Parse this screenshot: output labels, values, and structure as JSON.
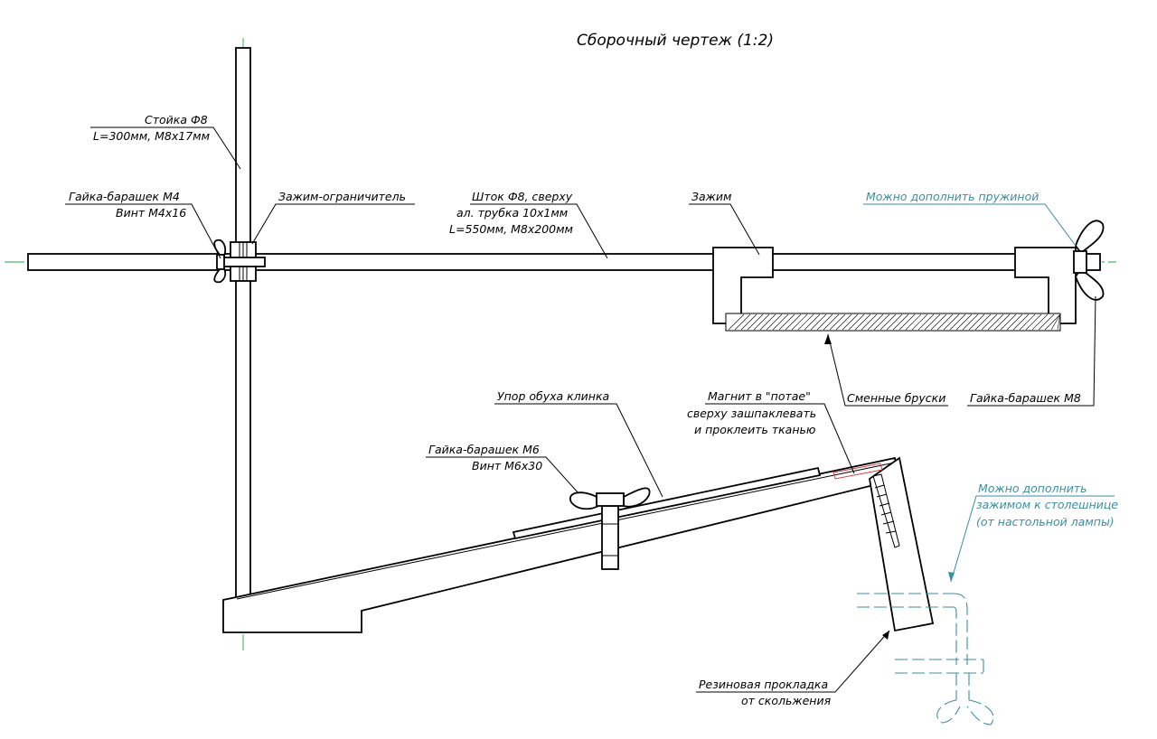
{
  "title": "Сборочный чертеж (1:2)",
  "labels": {
    "stand_1": "Стойка Ф8",
    "stand_2": "L=300мм, М8х17мм",
    "wingnut_m4_1": "Гайка-барашек М4",
    "wingnut_m4_2": "Винт М4х16",
    "clamp_limiter": "Зажим-ограничитель",
    "rod_1": "Шток Ф8, сверху",
    "rod_2": "ал. трубка 10х1мм",
    "rod_3": "L=550мм, М8х200мм",
    "clamp": "Зажим",
    "spring_note": "Можно дополнить пружиной",
    "replace_bars": "Сменные бруски",
    "wingnut_m8": "Гайка-барашек М8",
    "blade_stop": "Упор обуха клинка",
    "magnet_1": "Магнит в \"потае\"",
    "magnet_2": "сверху зашпаклевать",
    "magnet_3": "и проклеить тканью",
    "wingnut_m6_1": "Гайка-барашек М6",
    "wingnut_m6_2": "Винт М6х30",
    "table_clamp_1": "Можно дополнить",
    "table_clamp_2": "зажимом к столешнице",
    "table_clamp_3": "(от настольной лампы)",
    "rubber_1": "Резиновая прокладка",
    "rubber_2": "от скольжения"
  },
  "colors": {
    "outline": "#000000",
    "axis": "#1aa84a",
    "note": "#3a8fa0",
    "magnet": "#d23c3c"
  }
}
